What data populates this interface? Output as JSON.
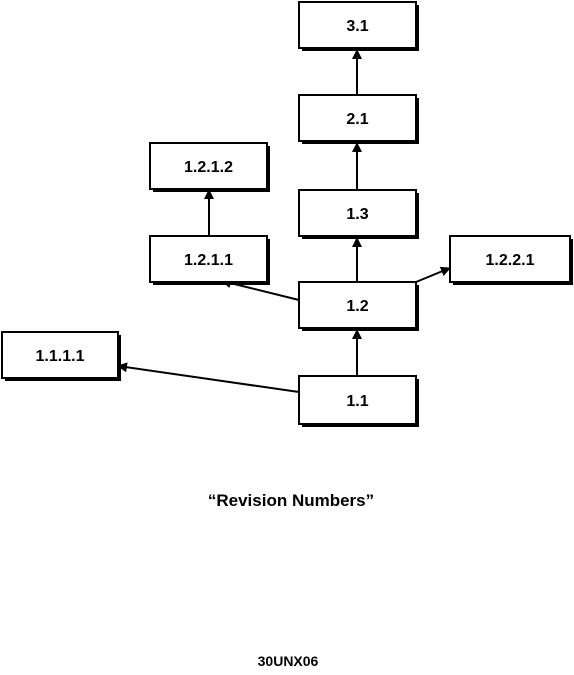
{
  "diagram": {
    "nodes": [
      {
        "id": "n1_1",
        "label": "1.1"
      },
      {
        "id": "n1_2",
        "label": "1.2"
      },
      {
        "id": "n1_3",
        "label": "1.3"
      },
      {
        "id": "n2_1",
        "label": "2.1"
      },
      {
        "id": "n3_1",
        "label": "3.1"
      },
      {
        "id": "n1_1_1_1",
        "label": "1.1.1.1"
      },
      {
        "id": "n1_2_1_1",
        "label": "1.2.1.1"
      },
      {
        "id": "n1_2_1_2",
        "label": "1.2.1.2"
      },
      {
        "id": "n1_2_2_1",
        "label": "1.2.2.1"
      }
    ],
    "edges": [
      {
        "from": "n1_1",
        "to": "n1_2"
      },
      {
        "from": "n1_2",
        "to": "n1_3"
      },
      {
        "from": "n1_3",
        "to": "n2_1"
      },
      {
        "from": "n2_1",
        "to": "n3_1"
      },
      {
        "from": "n1_1",
        "to": "n1_1_1_1"
      },
      {
        "from": "n1_2",
        "to": "n1_2_1_1"
      },
      {
        "from": "n1_2_1_1",
        "to": "n1_2_1_2"
      },
      {
        "from": "n1_2",
        "to": "n1_2_2_1"
      }
    ],
    "colors": {
      "stroke": "#000000",
      "box_fill": "#ffffff",
      "shadow": "#000000"
    }
  },
  "caption": {
    "title": "“Revision Numbers”",
    "code": "30UNX06"
  }
}
